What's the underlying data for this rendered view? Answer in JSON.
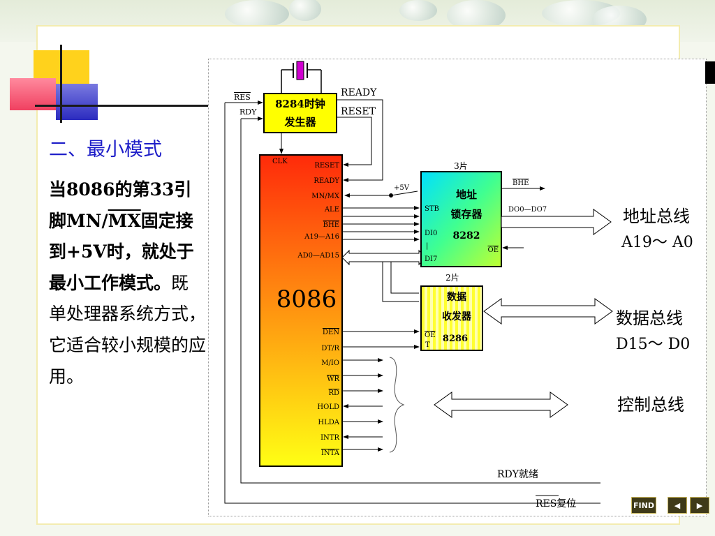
{
  "slide": {
    "section_title": "二、最小模式",
    "desc_part1": "当8086的第33引脚MN/",
    "desc_mx": "MX",
    "desc_part2": "固定接到+5V时，",
    "desc_bold": "就处于最小工作模式。",
    "desc_part3": "既单处理器系统方式，它适合较小规模的应用。"
  },
  "diagram": {
    "clock_chip": [
      "8284时钟",
      "发生器"
    ],
    "label_res": "RES",
    "label_rdy": "RDY",
    "label_ready": "READY",
    "label_reset": "RESET",
    "cpu_name": "8086",
    "cpu_pins": {
      "clk": "CLK",
      "reset": "RESET",
      "ready": "READY",
      "mn_mx": "MN/MX",
      "ale": "ALE",
      "bhe": "BHE",
      "a19_a16": "A19—A16",
      "ad15_ad0": "AD0—AD15",
      "den": "DEN",
      "dt_r": "DT/R",
      "m_io": "M/IO",
      "wr": "WR",
      "rd": "RD",
      "hold": "HOLD",
      "hlda": "HLDA",
      "intr": "INTR",
      "inta": "INTA"
    },
    "plus5v": "+5V",
    "latch": {
      "count": "3片",
      "name": [
        "地址",
        "锁存器"
      ],
      "part": "8282",
      "stb": "STB",
      "di0": "DI0",
      "di7": "DI7",
      "oe": "OE",
      "bhe_out": "BHE",
      "outputs": "DO0—DO7"
    },
    "transceiver": {
      "count": "2片",
      "name": [
        "数据",
        "收发器"
      ],
      "part": "8286",
      "oe": "OE",
      "t": "T"
    },
    "bus": {
      "address": [
        "地址总线",
        "A19～ A0"
      ],
      "data": [
        "数据总线",
        "D15～ D0"
      ],
      "control": "控制总线"
    },
    "rdy_ready": "RDY就绪",
    "res_reset": "RES复位"
  },
  "nav": {
    "find": "FIND",
    "prev": "◀",
    "next": "▶"
  },
  "colors": {
    "title_blue": "#1d1dc8",
    "cpu_top": "#ff2a0a",
    "cpu_bottom": "#ffff14",
    "clock_yellow": "#ffff00",
    "crystal_magenta": "#d000d0"
  }
}
